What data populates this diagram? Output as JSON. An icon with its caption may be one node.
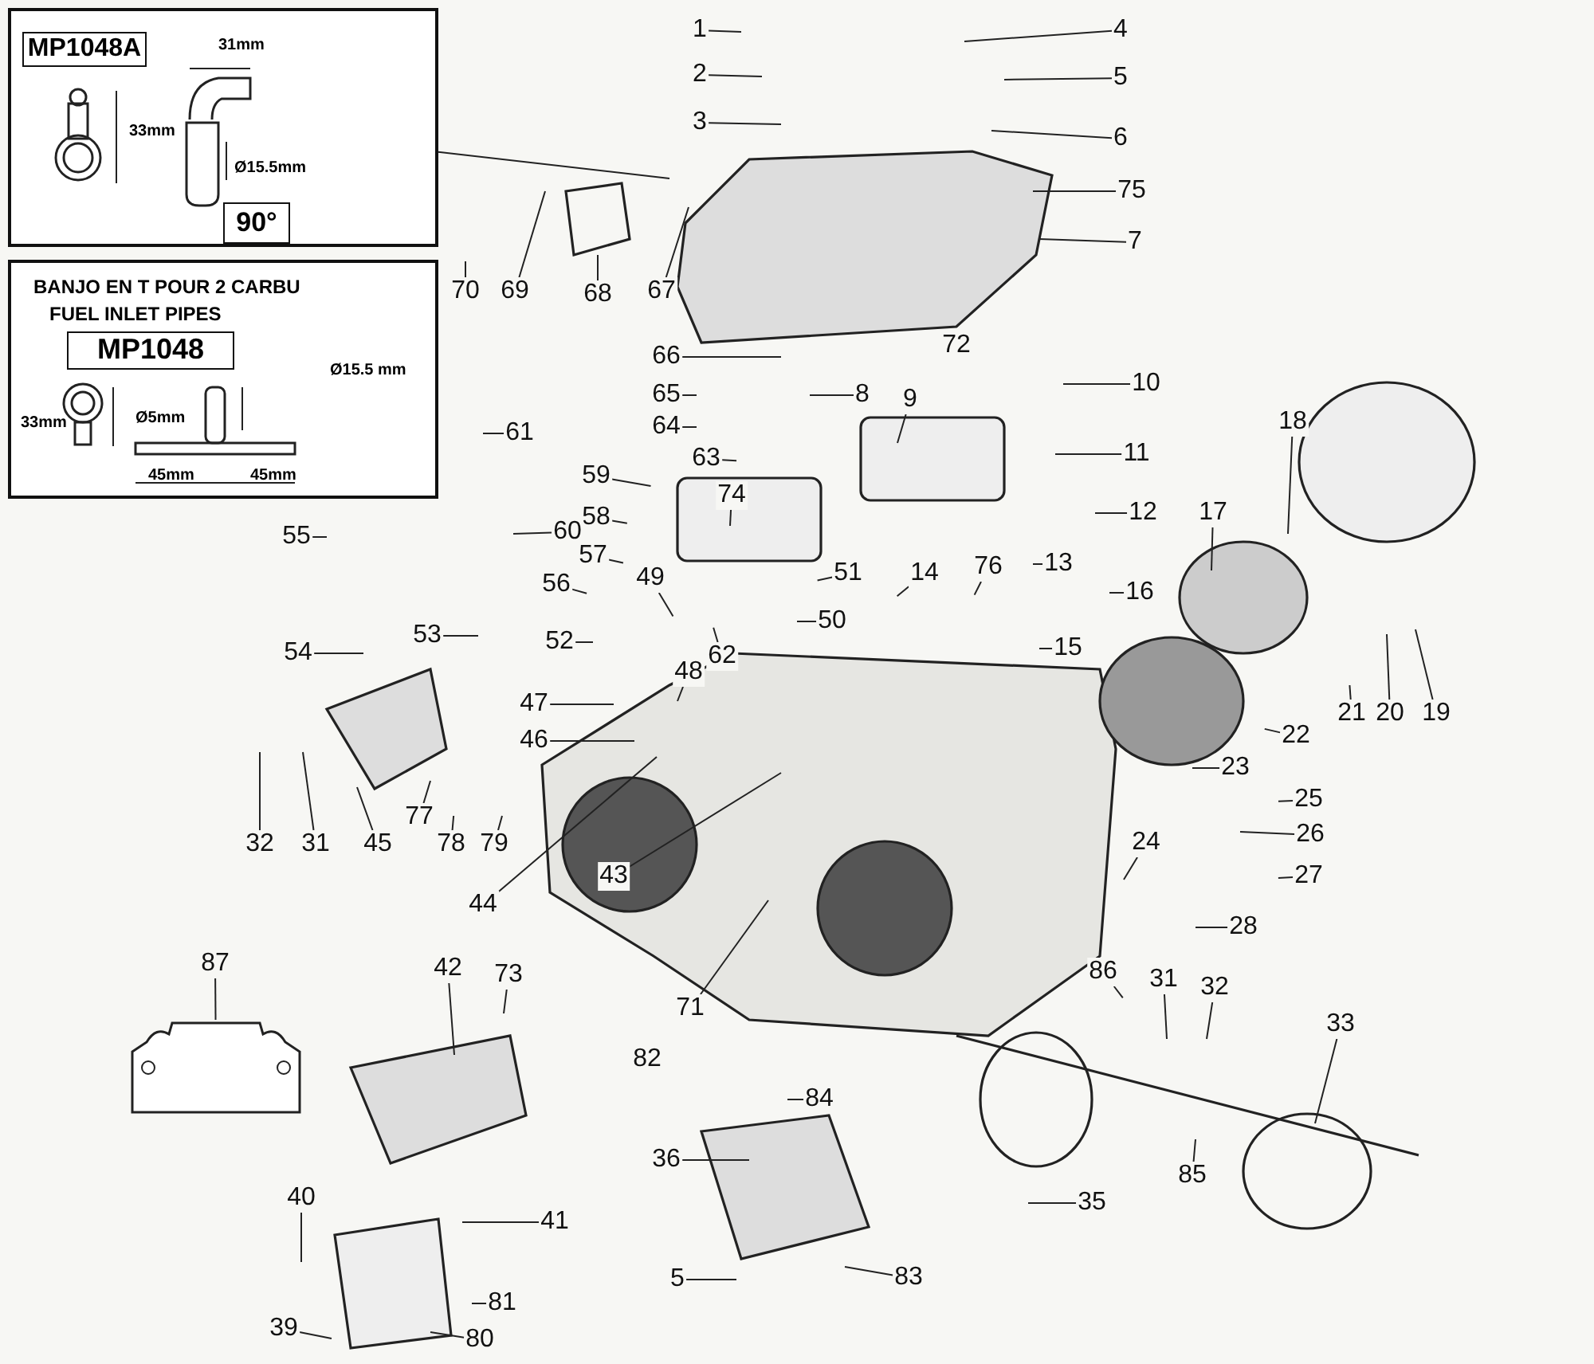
{
  "diagram": {
    "nodes": [
      {
        "text": [],
        "shape": "box"
      },
      {
        "text": [
          "MP1048A"
        ],
        "in": 0
      },
      {
        "text": [
          "90°"
        ],
        "in": 0
      },
      {
        "text": [
          "BANJO EN T POUR 2 CARBU",
          "FUEL INLET PIPES"
        ]
      },
      {
        "text": [
          "MP1048"
        ],
        "in": 3
      },
      {
        "text": [
          "1"
        ]
      },
      {
        "text": [
          "4"
        ]
      },
      {
        "text": [
          "2"
        ]
      },
      {
        "text": [
          "5"
        ]
      },
      {
        "text": [
          "3"
        ]
      },
      {
        "text": [
          "6"
        ]
      },
      {
        "text": [
          "75"
        ]
      },
      {
        "text": [
          "7"
        ]
      },
      {
        "text": [
          "70"
        ]
      },
      {
        "text": [
          "69"
        ]
      },
      {
        "text": [
          "68"
        ]
      },
      {
        "text": [
          "67"
        ]
      },
      {
        "text": [
          "66"
        ]
      },
      {
        "text": [
          "9"
        ]
      },
      {
        "text": [
          "10"
        ]
      },
      {
        "text": [
          "65"
        ]
      },
      {
        "text": [
          "8"
        ]
      },
      {
        "text": [
          "64"
        ]
      },
      {
        "text": [
          "18"
        ]
      },
      {
        "text": [
          "61"
        ]
      },
      {
        "text": [
          "63"
        ]
      },
      {
        "text": [
          "11"
        ]
      },
      {
        "text": [
          "59"
        ]
      },
      {
        "text": [
          "74"
        ]
      },
      {
        "text": [
          "58"
        ]
      },
      {
        "text": [
          "12"
        ]
      },
      {
        "text": [
          "17"
        ]
      },
      {
        "text": [
          "60"
        ]
      },
      {
        "text": [
          "55"
        ]
      },
      {
        "text": [
          "57"
        ]
      },
      {
        "text": [
          "13"
        ]
      },
      {
        "text": [
          "51"
        ]
      },
      {
        "text": [
          "14"
        ]
      },
      {
        "text": [
          "76"
        ]
      },
      {
        "text": [
          "49"
        ]
      },
      {
        "text": [
          "56"
        ]
      },
      {
        "text": [
          "16"
        ]
      },
      {
        "text": [
          "50"
        ]
      },
      {
        "text": [
          "53"
        ]
      },
      {
        "text": [
          "52"
        ]
      },
      {
        "text": [
          "15"
        ]
      },
      {
        "text": [
          "54"
        ]
      },
      {
        "text": [
          "62"
        ]
      },
      {
        "text": [
          "48"
        ]
      },
      {
        "text": [
          "47"
        ]
      },
      {
        "text": [
          "21"
        ]
      },
      {
        "text": [
          "20"
        ]
      },
      {
        "text": [
          "19"
        ]
      },
      {
        "text": [
          "22"
        ]
      },
      {
        "text": [
          "46"
        ]
      },
      {
        "text": [
          "23"
        ]
      },
      {
        "text": [
          "25"
        ]
      },
      {
        "text": [
          "77"
        ]
      },
      {
        "text": [
          "26"
        ]
      },
      {
        "text": [
          "24"
        ]
      },
      {
        "text": [
          "32"
        ]
      },
      {
        "text": [
          "31"
        ]
      },
      {
        "text": [
          "45"
        ]
      },
      {
        "text": [
          "78"
        ]
      },
      {
        "text": [
          "79"
        ]
      },
      {
        "text": [
          "27"
        ]
      },
      {
        "text": [
          "43"
        ]
      },
      {
        "text": [
          "44"
        ]
      },
      {
        "text": [
          "28"
        ]
      },
      {
        "text": [
          "87"
        ]
      },
      {
        "text": [],
        "shape": "picture"
      },
      {
        "text": [
          "42"
        ]
      },
      {
        "text": [
          "73"
        ]
      },
      {
        "text": [
          "86"
        ]
      },
      {
        "text": [
          "31"
        ]
      },
      {
        "text": [
          "32"
        ]
      },
      {
        "text": [
          "71"
        ]
      },
      {
        "text": [
          "33"
        ]
      },
      {
        "text": [
          "84"
        ]
      },
      {
        "text": [
          "36"
        ]
      },
      {
        "text": [
          "85"
        ]
      },
      {
        "text": [
          "40"
        ]
      },
      {
        "text": [
          "35"
        ]
      },
      {
        "text": [
          "41"
        ]
      },
      {
        "text": [
          "5"
        ]
      },
      {
        "text": [
          "83"
        ]
      },
      {
        "text": [
          "81"
        ]
      },
      {
        "text": [
          "39"
        ]
      },
      {
        "text": [
          "80"
        ]
      }
    ],
    "edges": [
      {
        "from": 0,
        "to": null,
        "arrow": "none"
      },
      {
        "from": 5,
        "to": null,
        "arrow": "none"
      },
      {
        "from": 6,
        "to": null,
        "arrow": "none"
      },
      {
        "from": 7,
        "to": null,
        "arrow": "none"
      },
      {
        "from": 8,
        "to": null,
        "arrow": "none"
      },
      {
        "from": 9,
        "to": null,
        "arrow": "none"
      },
      {
        "from": 10,
        "to": null,
        "arrow": "none"
      },
      {
        "from": 11,
        "to": null,
        "arrow": "none"
      },
      {
        "from": 12,
        "to": null,
        "arrow": "none"
      },
      {
        "from": 13,
        "to": null,
        "arrow": "none"
      },
      {
        "from": 14,
        "to": null,
        "arrow": "none"
      },
      {
        "from": 15,
        "to": null,
        "arrow": "none"
      },
      {
        "from": 16,
        "to": null,
        "arrow": "none"
      },
      {
        "from": 17,
        "to": null,
        "arrow": "none"
      },
      {
        "from": 18,
        "to": null,
        "arrow": "none"
      },
      {
        "from": 19,
        "to": null,
        "arrow": "none"
      },
      {
        "from": 20,
        "to": null,
        "arrow": "none"
      },
      {
        "from": 21,
        "to": null,
        "arrow": "none"
      },
      {
        "from": 22,
        "to": null,
        "arrow": "none"
      },
      {
        "from": 23,
        "to": null,
        "arrow": "none"
      },
      {
        "from": 24,
        "to": null,
        "arrow": "none"
      },
      {
        "from": 25,
        "to": null,
        "arrow": "none"
      },
      {
        "from": 26,
        "to": null,
        "arrow": "none"
      },
      {
        "from": 27,
        "to": null,
        "arrow": "none"
      },
      {
        "from": 28,
        "to": null,
        "arrow": "none"
      },
      {
        "from": 29,
        "to": null,
        "arrow": "none"
      },
      {
        "from": 30,
        "to": null,
        "arrow": "none"
      },
      {
        "from": 31,
        "to": null,
        "arrow": "none"
      },
      {
        "from": 32,
        "to": null,
        "arrow": "none"
      },
      {
        "from": 33,
        "to": null,
        "arrow": "none"
      },
      {
        "from": 34,
        "to": null,
        "arrow": "none"
      },
      {
        "from": 35,
        "to": null,
        "arrow": "none"
      },
      {
        "from": 36,
        "to": null,
        "arrow": "none"
      },
      {
        "from": 37,
        "to": null,
        "arrow": "none"
      },
      {
        "from": 38,
        "to": null,
        "arrow": "none"
      },
      {
        "from": 39,
        "to": null,
        "arrow": "none"
      },
      {
        "from": 40,
        "to": null,
        "arrow": "none"
      },
      {
        "from": 41,
        "to": null,
        "arrow": "none"
      },
      {
        "from": 42,
        "to": null,
        "arrow": "none"
      },
      {
        "from": 43,
        "to": null,
        "arrow": "none"
      },
      {
        "from": 44,
        "to": null,
        "arrow": "none"
      },
      {
        "from": 45,
        "to": null,
        "arrow": "none"
      },
      {
        "from": 46,
        "to": null,
        "arrow": "none"
      },
      {
        "from": 47,
        "to": null,
        "arrow": "none"
      },
      {
        "from": 48,
        "to": null,
        "arrow": "none"
      },
      {
        "from": 49,
        "to": null,
        "arrow": "none"
      },
      {
        "from": 50,
        "to": null,
        "arrow": "none"
      },
      {
        "from": 51,
        "to": null,
        "arrow": "none"
      },
      {
        "from": 52,
        "to": null,
        "arrow": "none"
      },
      {
        "from": 53,
        "to": null,
        "arrow": "none"
      },
      {
        "from": 54,
        "to": null,
        "arrow": "none"
      },
      {
        "from": 55,
        "to": null,
        "arrow": "none"
      },
      {
        "from": 56,
        "to": null,
        "arrow": "none"
      },
      {
        "from": 57,
        "to": null,
        "arrow": "none"
      },
      {
        "from": 58,
        "to": null,
        "arrow": "none"
      },
      {
        "from": 59,
        "to": null,
        "arrow": "none"
      },
      {
        "from": 60,
        "to": null,
        "arrow": "none"
      },
      {
        "from": 61,
        "to": null,
        "arrow": "none"
      },
      {
        "from": 62,
        "to": null,
        "arrow": "none"
      },
      {
        "from": 63,
        "to": null,
        "arrow": "none"
      },
      {
        "from": 64,
        "to": null,
        "arrow": "none"
      },
      {
        "from": 65,
        "to": null,
        "arrow": "none"
      },
      {
        "from": 66,
        "to": null,
        "arrow": "none"
      },
      {
        "from": 67,
        "to": null,
        "arrow": "none"
      },
      {
        "from": 68,
        "to": null,
        "arrow": "none"
      },
      {
        "from": 69,
        "to": 70,
        "arrow": "none"
      },
      {
        "from": 71,
        "to": null,
        "arrow": "none"
      },
      {
        "from": 72,
        "to": null,
        "arrow": "none"
      },
      {
        "from": 73,
        "to": null,
        "arrow": "none"
      },
      {
        "from": 74,
        "to": null,
        "arrow": "none"
      },
      {
        "from": 75,
        "to": null,
        "arrow": "none"
      },
      {
        "from": 76,
        "to": null,
        "arrow": "none"
      },
      {
        "from": 77,
        "to": null,
        "arrow": "none"
      },
      {
        "from": 78,
        "to": null,
        "arrow": "none"
      },
      {
        "from": 79,
        "to": null,
        "arrow": "none"
      },
      {
        "from": 80,
        "to": null,
        "arrow": "none"
      },
      {
        "from": 81,
        "to": null,
        "arrow": "none"
      },
      {
        "from": 82,
        "to": null,
        "arrow": "none"
      },
      {
        "from": 83,
        "to": null,
        "arrow": "none"
      },
      {
        "from": 84,
        "to": null,
        "arrow": "none"
      },
      {
        "from": 85,
        "to": null,
        "arrow": "none"
      },
      {
        "from": 86,
        "to": null,
        "arrow": "none"
      },
      {
        "from": 87,
        "to": null,
        "arrow": "none"
      },
      {
        "from": 88,
        "to": null,
        "arrow": "none"
      }
    ],
    "labels": [
      "31mm",
      "33mm",
      "Ø15.5mm",
      "Ø15.5 mm",
      "33mm",
      "Ø5mm",
      "45mm",
      "45mm",
      "72",
      "82"
    ]
  }
}
